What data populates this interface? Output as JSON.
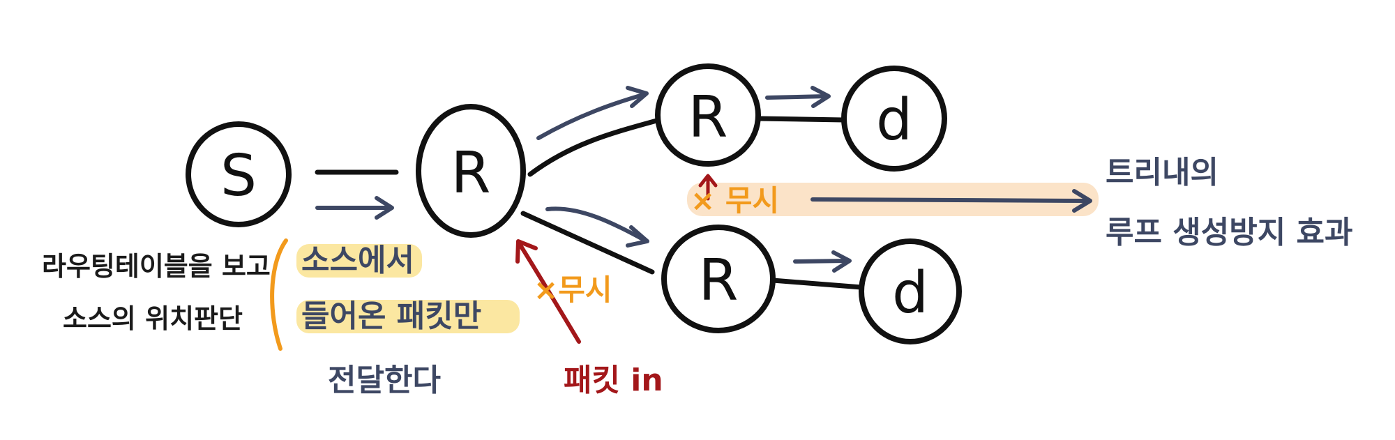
{
  "colors": {
    "ink": "#111111",
    "navy": "#3d4763",
    "orange": "#f29a1c",
    "dark_red": "#a3171a",
    "highlight_yellow": "#fbe7a1",
    "highlight_peach": "#fbe3c8"
  },
  "nodes": {
    "source": "S",
    "router_center": "R",
    "router_top": "R",
    "router_bottom": "R",
    "dest_top": "d",
    "dest_bottom": "d"
  },
  "left_note": {
    "line1": "라우팅테이블을 보고",
    "line2": "소스의 위치판단"
  },
  "middle_note": {
    "line1": "소스에서",
    "line2": "들어온 패킷만",
    "line3": "전달한다"
  },
  "ignore_labels": {
    "top": "× 무시",
    "bottom": "×무시"
  },
  "packet_in": "패킷 in",
  "result_note": {
    "line1": "트리내의",
    "line2": "루프 생성방지 효과"
  }
}
